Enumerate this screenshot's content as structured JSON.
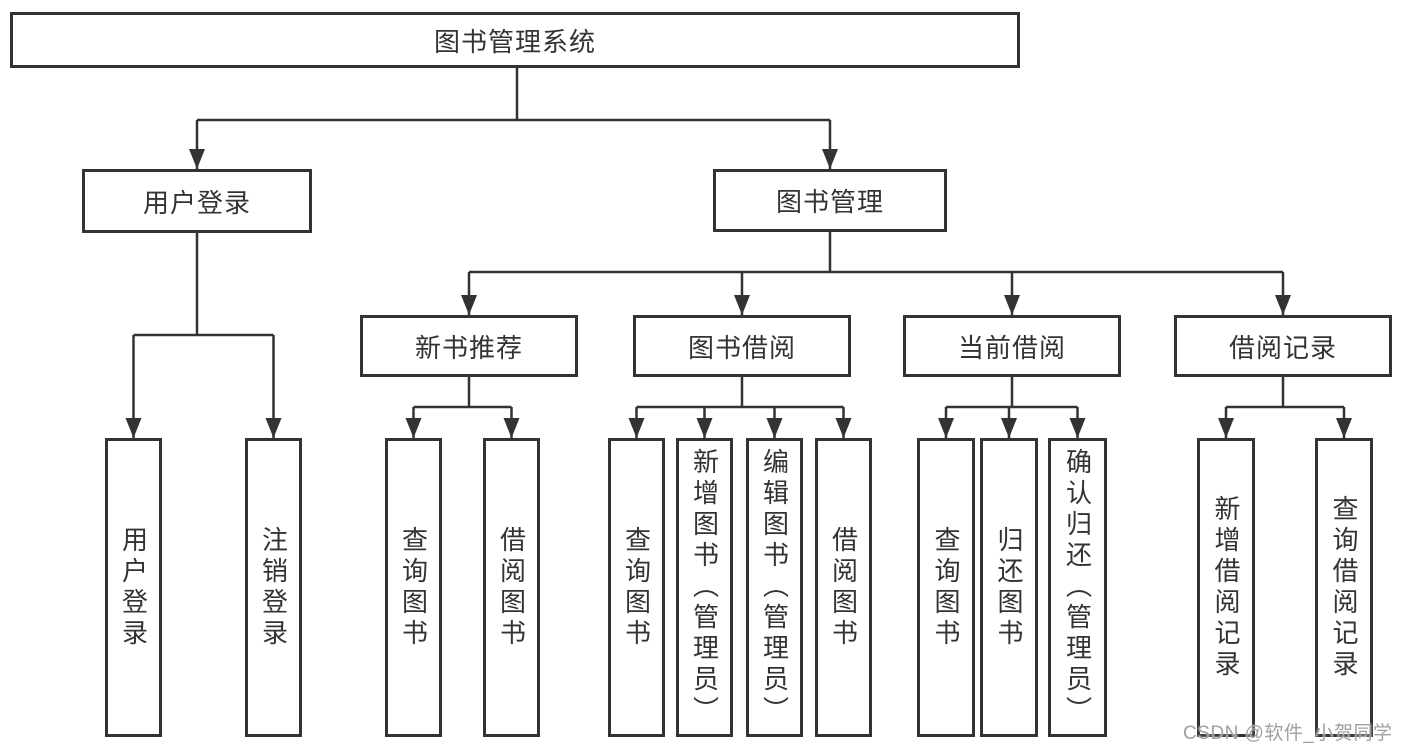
{
  "watermark": "CSDN @软件_小贺同学",
  "colors": {
    "line": "#333333",
    "text": "#333333",
    "background": "#ffffff",
    "watermark": "#a0a0a0"
  },
  "tree": {
    "root": {
      "label": "图书管理系统"
    },
    "level2": [
      {
        "label": "用户登录",
        "leaves": [
          {
            "label": "用户登录"
          },
          {
            "label": "注销登录"
          }
        ]
      },
      {
        "label": "图书管理",
        "groups": [
          {
            "label": "新书推荐",
            "leaves": [
              {
                "label": "查询图书"
              },
              {
                "label": "借阅图书"
              }
            ]
          },
          {
            "label": "图书借阅",
            "leaves": [
              {
                "label": "查询图书"
              },
              {
                "label": "新增图书（管理员）"
              },
              {
                "label": "编辑图书（管理员）"
              },
              {
                "label": "借阅图书"
              }
            ]
          },
          {
            "label": "当前借阅",
            "leaves": [
              {
                "label": "查询图书"
              },
              {
                "label": "归还图书"
              },
              {
                "label": "确认归还（管理员）"
              }
            ]
          },
          {
            "label": "借阅记录",
            "leaves": [
              {
                "label": "新增借阅记录"
              },
              {
                "label": "查询借阅记录"
              }
            ]
          }
        ]
      }
    ]
  }
}
